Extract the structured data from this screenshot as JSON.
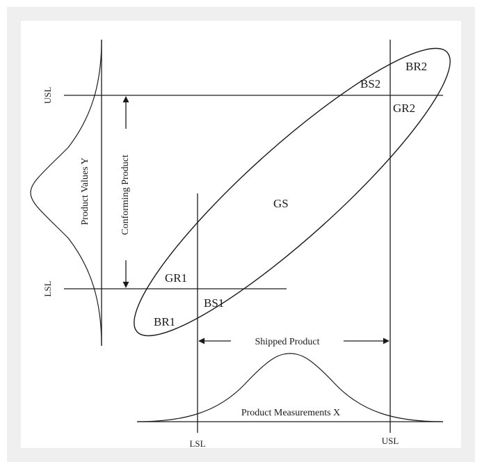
{
  "colors": {
    "frame_bg": "#efefef",
    "plot_bg": "#ffffff",
    "stroke": "#1a1a1a",
    "text": "#1a1a1a"
  },
  "limits": {
    "y_usl": "USL",
    "y_lsl": "LSL",
    "x_lsl": "LSL",
    "x_usl": "USL"
  },
  "axes": {
    "y_distribution": "Product Values Y",
    "x_distribution": "Product Measurements X"
  },
  "arrows": {
    "conforming": "Conforming Product",
    "shipped": "Shipped Product"
  },
  "regions": {
    "gs": "GS",
    "gr1": "GR1",
    "gr2": "GR2",
    "bs1": "BS1",
    "bs2": "BS2",
    "br1": "BR1",
    "br2": "BR2"
  }
}
